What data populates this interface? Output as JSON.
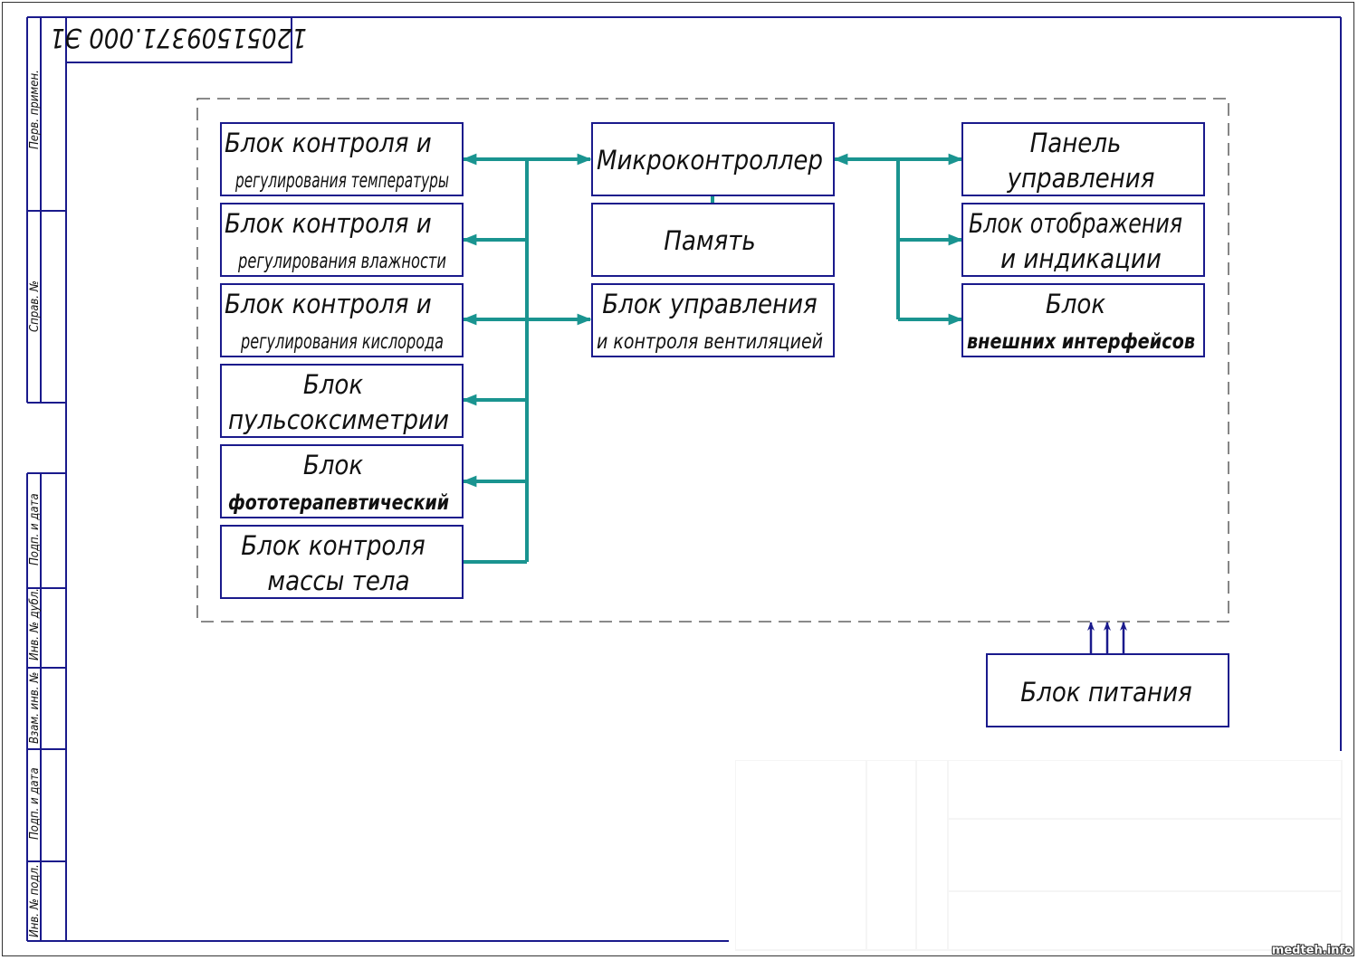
{
  "document": {
    "stamp_code": "12051509371.000 Э1",
    "watermark": "medteh.info",
    "colors": {
      "frame": "#1a1a8c",
      "connector": "#1a9490",
      "power_arrow": "#1a1a8c",
      "text": "#111111"
    }
  },
  "side_labels": {
    "perv_primen": "Перв. примен.",
    "sprav_no": "Справ. №",
    "podp_data_1": "Подп. и дата",
    "inv_no_dubl": "Инв. № дубл.",
    "vzam_inv_no": "Взам. инв. №",
    "podp_data_2": "Подп. и дата",
    "inv_no_podl": "Инв. № подл."
  },
  "blocks": {
    "temperature": {
      "line1": "Блок контроля и",
      "line2": "регулирования температуры"
    },
    "humidity": {
      "line1": "Блок контроля и",
      "line2": "регулирования влажности"
    },
    "oxygen": {
      "line1": "Блок контроля и",
      "line2": "регулирования кислорода"
    },
    "pulse_oximetry": {
      "line1": "Блок",
      "line2": "пульсоксиметрии"
    },
    "phototherapy": {
      "line1": "Блок",
      "line2": "фототерапевтический"
    },
    "body_mass": {
      "line1": "Блок контроля",
      "line2": "массы тела"
    },
    "microcontroller": {
      "line1": "Микроконтроллер"
    },
    "memory": {
      "line1": "Память"
    },
    "ventilation": {
      "line1": "Блок управления",
      "line2": "и контроля вентиляцией"
    },
    "control_panel": {
      "line1": "Панель",
      "line2": "управления"
    },
    "display": {
      "line1": "Блок отображения",
      "line2": "и индикации"
    },
    "interfaces": {
      "line1": "Блок",
      "line2": "внешних интерфейсов"
    },
    "power_supply": {
      "line1": "Блок питания"
    }
  }
}
